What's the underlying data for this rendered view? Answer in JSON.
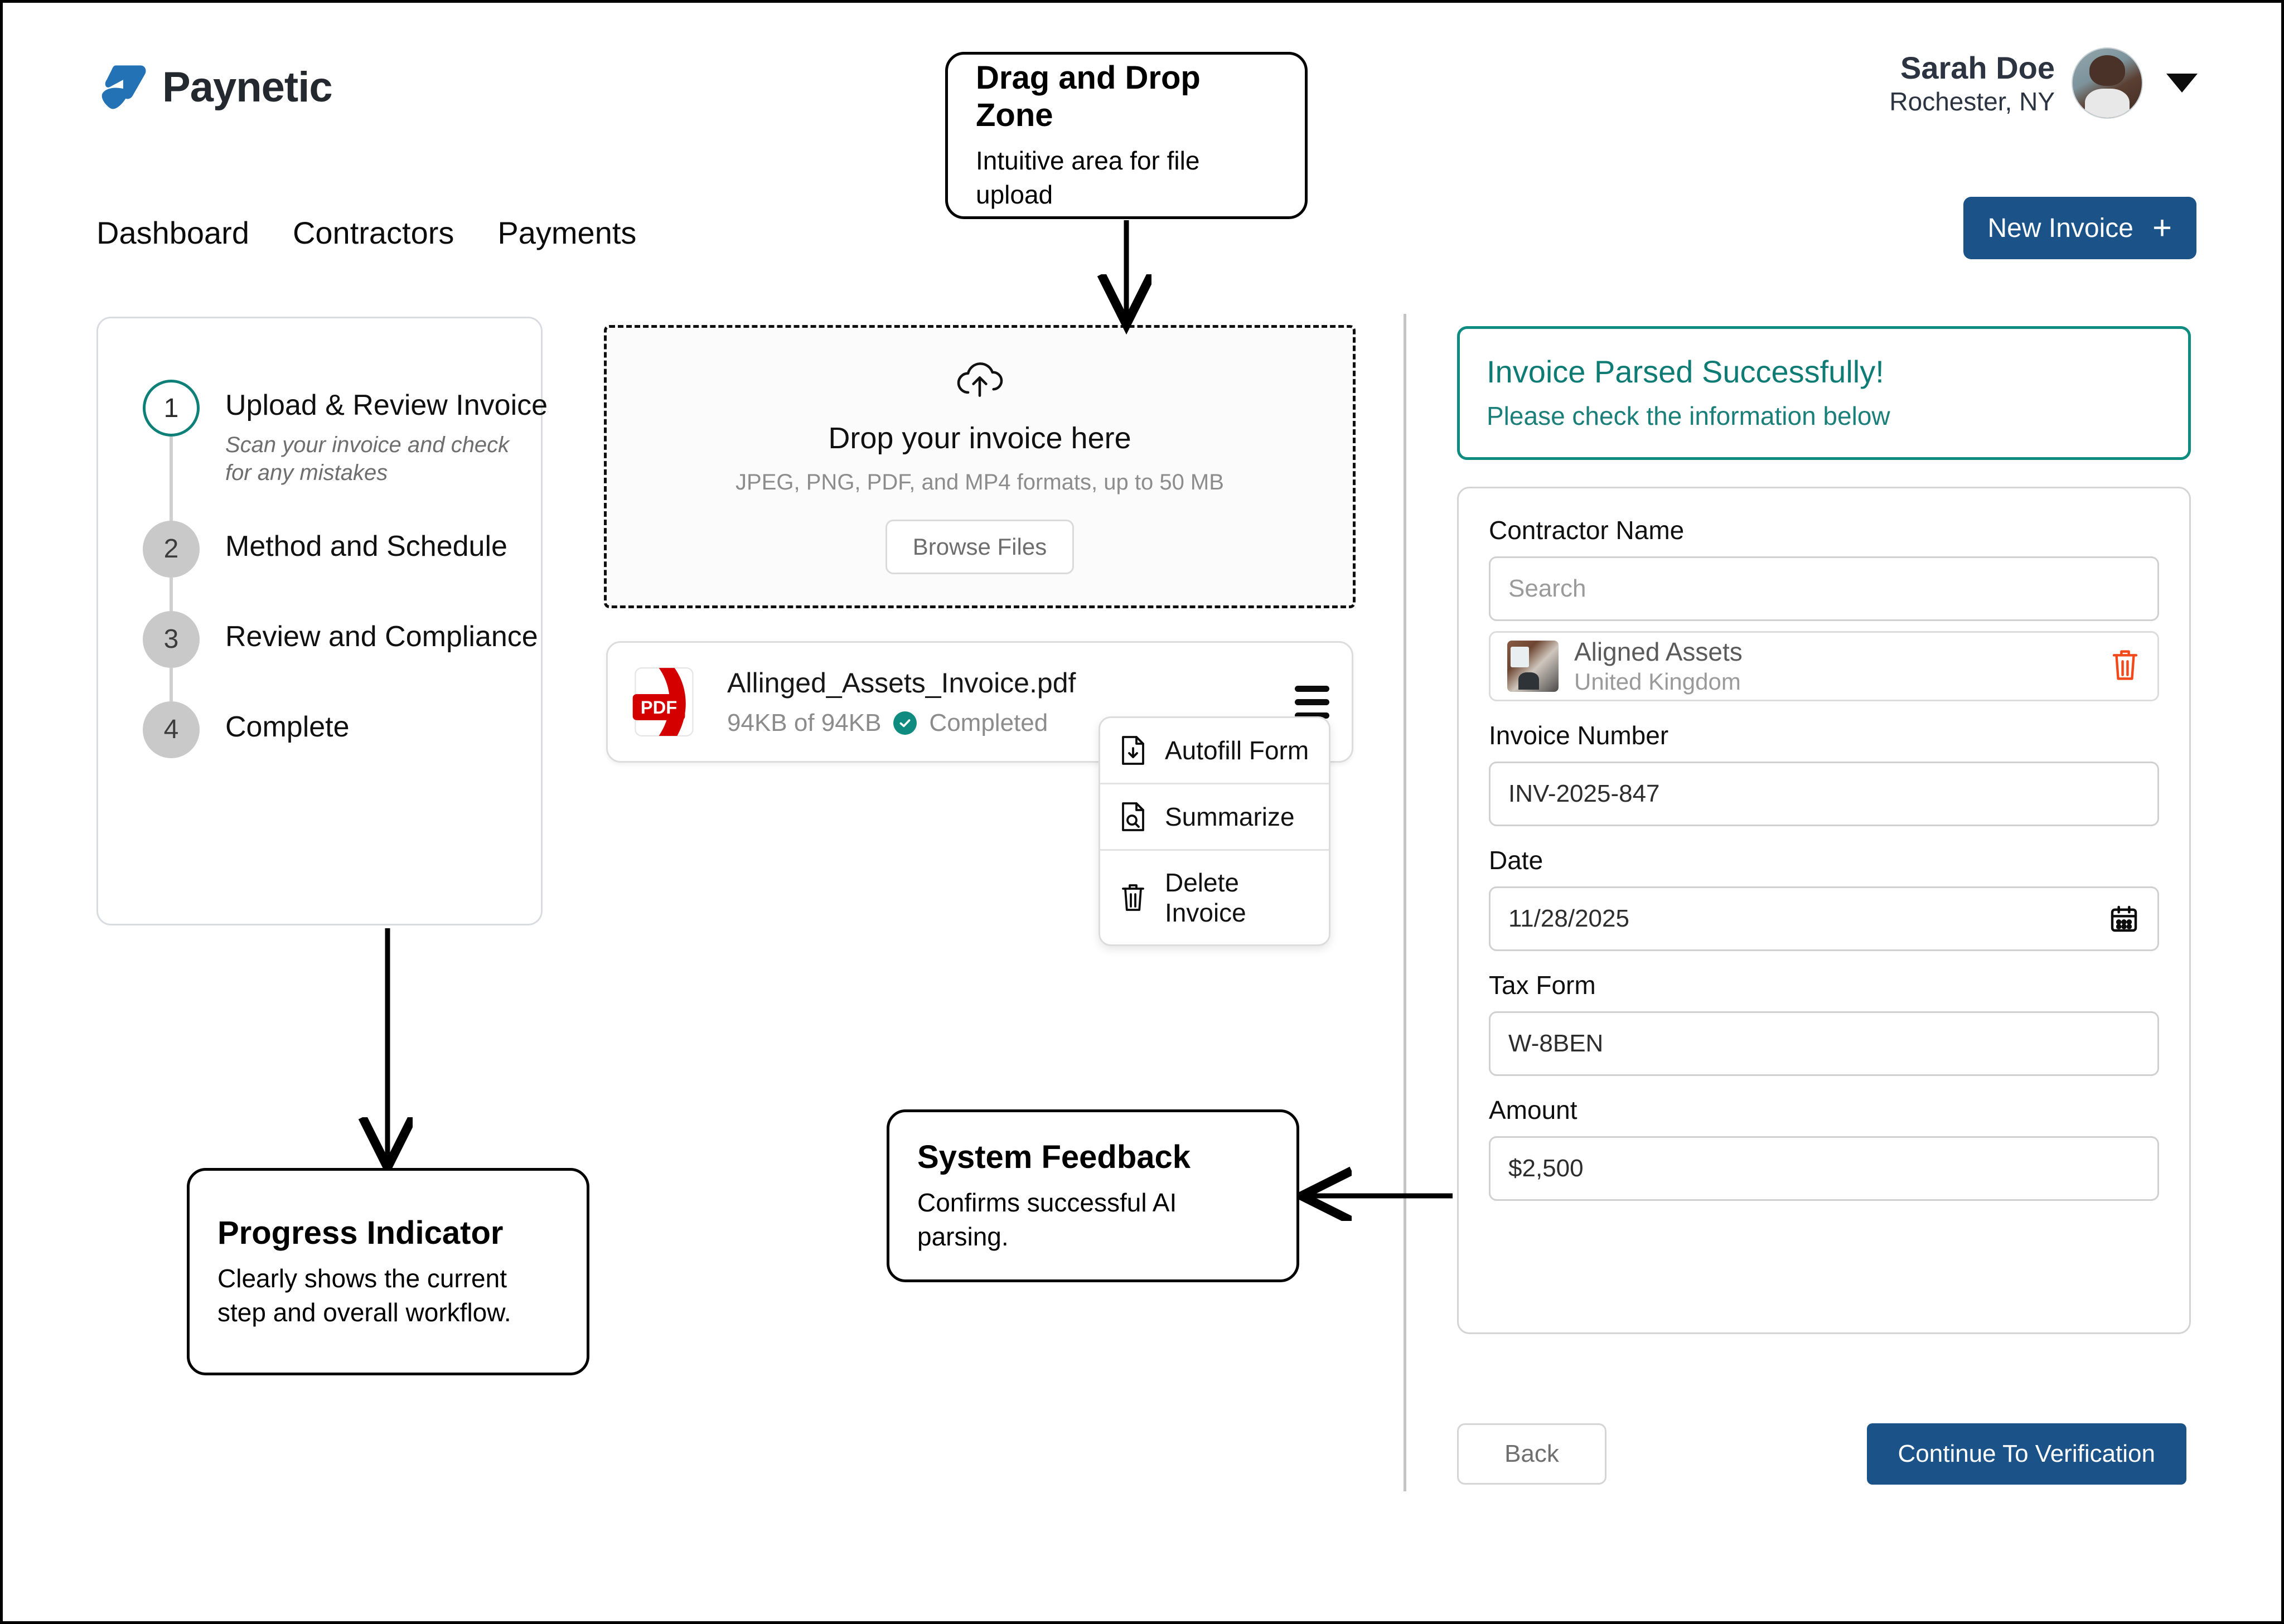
{
  "brand": {
    "name": "Paynetic",
    "logo_icon": "paynetic-logo-icon"
  },
  "user": {
    "name": "Sarah Doe",
    "location": "Rochester, NY",
    "avatar_icon": "user-avatar",
    "caret_icon": "chevron-down-icon"
  },
  "nav": {
    "items": [
      {
        "label": "Dashboard"
      },
      {
        "label": "Contractors"
      },
      {
        "label": "Payments"
      }
    ]
  },
  "actions": {
    "new_invoice_label": "New Invoice",
    "new_invoice_icon": "plus-icon"
  },
  "progress": {
    "steps": [
      {
        "number": "1",
        "title": "Upload & Review Invoice",
        "subtitle": "Scan your invoice and check for any mistakes",
        "state": "active"
      },
      {
        "number": "2",
        "title": "Method and Schedule",
        "subtitle": "",
        "state": "pending"
      },
      {
        "number": "3",
        "title": "Review and Compliance",
        "subtitle": "",
        "state": "pending"
      },
      {
        "number": "4",
        "title": "Complete",
        "subtitle": "",
        "state": "pending"
      }
    ]
  },
  "dropzone": {
    "icon": "cloud-upload-icon",
    "title": "Drop your invoice here",
    "subtitle": "JPEG, PNG, PDF,  and MP4 formats, up to 50 MB",
    "browse_label": "Browse Files"
  },
  "file": {
    "icon": "pdf-file-icon",
    "name": "Allinged_Assets_Invoice.pdf",
    "size": "94KB of 94KB",
    "status": "Completed",
    "status_icon": "check-circle-icon",
    "menu_icon": "hamburger-menu-icon"
  },
  "context_menu": {
    "items": [
      {
        "label": "Autofill Form",
        "icon": "file-download-icon"
      },
      {
        "label": "Summarize",
        "icon": "file-search-icon"
      },
      {
        "label": "Delete Invoice",
        "icon": "trash-icon"
      }
    ]
  },
  "success_banner": {
    "title": "Invoice Parsed Successfully!",
    "subtitle": "Please check the information below",
    "accent_color": "#0e8c81"
  },
  "form": {
    "contractor_label": "Contractor Name",
    "contractor_search_placeholder": "Search",
    "contractor_selected": {
      "name": "Aligned Assets",
      "country": "United Kingdom",
      "thumb_icon": "company-thumbnail",
      "delete_icon": "trash-icon"
    },
    "invoice_number_label": "Invoice Number",
    "invoice_number_value": "INV-2025-847",
    "date_label": "Date",
    "date_value": "11/28/2025",
    "date_icon": "calendar-icon",
    "tax_form_label": "Tax Form",
    "tax_form_value": "W-8BEN",
    "amount_label": "Amount",
    "amount_value": "$2,500"
  },
  "footer": {
    "back_label": "Back",
    "continue_label": "Continue To Verification"
  },
  "callouts": {
    "drag_drop": {
      "title": "Drag and Drop Zone",
      "subtitle": "Intuitive area for file upload"
    },
    "progress": {
      "title": "Progress Indicator",
      "subtitle": "Clearly shows the current step and overall workflow."
    },
    "feedback": {
      "title": "System Feedback",
      "subtitle": "Confirms successful AI parsing."
    }
  },
  "colors": {
    "primary_blue": "#1b5389",
    "teal": "#0e8c81",
    "pdf_red": "#d40000",
    "delete_red": "#f2491c"
  }
}
